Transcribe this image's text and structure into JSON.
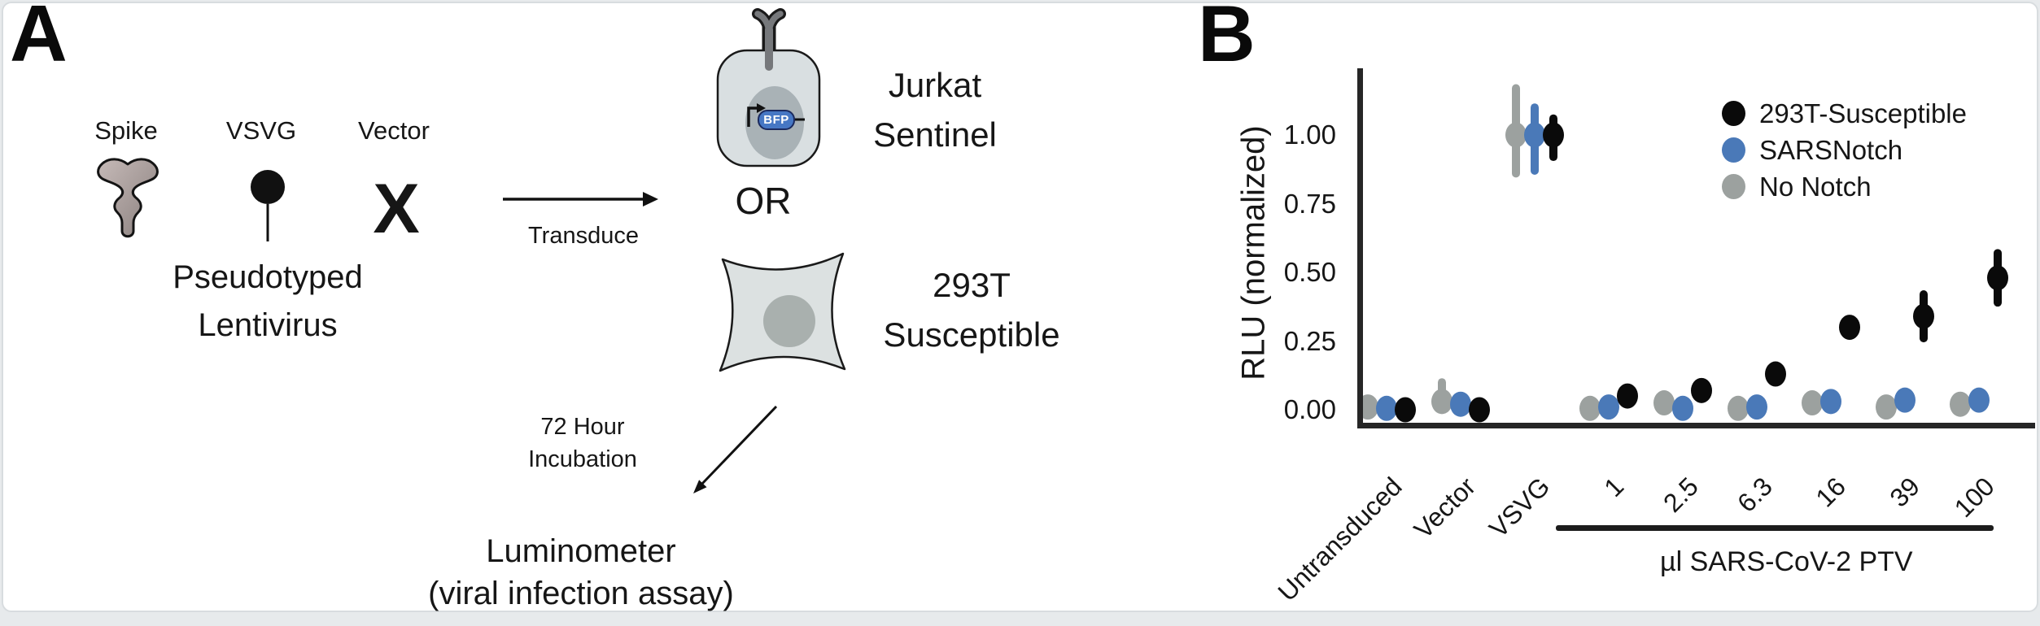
{
  "figure": {
    "panel_a_label": "A",
    "panel_b_label": "B"
  },
  "panel_a": {
    "spike_label": "Spike",
    "vsvg_label": "VSVG",
    "vector_label": "Vector",
    "cross_symbol": "X",
    "pseudotyped_line1": "Pseudotyped",
    "pseudotyped_line2": "Lentivirus",
    "transduce_label": "Transduce",
    "or_label": "OR",
    "jurkat_line1": "Jurkat",
    "jurkat_line2": "Sentinel",
    "bfp_label": "BFP",
    "cell_293t_line1": "293T",
    "cell_293t_line2": "Susceptible",
    "incubation_line1": "72 Hour",
    "incubation_line2": "Incubation",
    "luminometer_line1": "Luminometer",
    "luminometer_line2": "(viral infection assay)"
  },
  "chart_data": {
    "type": "scatter",
    "title": "",
    "ylabel": "RLU (normalized)",
    "xlabel": "",
    "categories": [
      "Untransduced",
      "Vector",
      "VSVG",
      "1",
      "2.5",
      "6.3",
      "16",
      "39",
      "100"
    ],
    "yticks": [
      {
        "label": "1.00",
        "value": 1.0
      },
      {
        "label": "0.75",
        "value": 0.75
      },
      {
        "label": "0.50",
        "value": 0.5
      },
      {
        "label": "0.25",
        "value": 0.25
      },
      {
        "label": "0.00",
        "value": 0.0
      }
    ],
    "ylim": [
      -0.07,
      1.2
    ],
    "grid": false,
    "legend_position": "top-right",
    "group_bracket": {
      "label": "µl SARS-CoV-2 PTV",
      "from_category": "1",
      "to_category": "100"
    },
    "series": [
      {
        "name": "293T-Susceptible",
        "color": "#0a0a0a",
        "values": [
          0.0,
          0.0,
          1.0,
          0.05,
          0.07,
          0.13,
          0.3,
          0.34,
          0.48
        ],
        "err_lo": [
          null,
          null,
          0.92,
          null,
          null,
          null,
          null,
          0.26,
          0.39
        ],
        "err_hi": [
          null,
          null,
          1.06,
          null,
          null,
          null,
          null,
          0.42,
          0.57
        ]
      },
      {
        "name": "SARSNotch",
        "color": "#4a79b8",
        "values": [
          0.005,
          0.02,
          1.0,
          0.01,
          0.005,
          0.01,
          0.03,
          0.035,
          0.035
        ],
        "err_lo": [
          null,
          null,
          0.87,
          null,
          null,
          null,
          null,
          null,
          null
        ],
        "err_hi": [
          null,
          null,
          1.1,
          null,
          null,
          null,
          null,
          null,
          null
        ]
      },
      {
        "name": "No Notch",
        "color": "#9ca19f",
        "values": [
          0.01,
          0.03,
          1.0,
          0.005,
          0.025,
          0.005,
          0.025,
          0.01,
          0.02
        ],
        "err_lo": [
          null,
          0.0,
          0.86,
          null,
          null,
          null,
          null,
          null,
          null
        ],
        "err_hi": [
          null,
          0.1,
          1.17,
          null,
          null,
          null,
          null,
          null,
          null
        ]
      }
    ]
  }
}
